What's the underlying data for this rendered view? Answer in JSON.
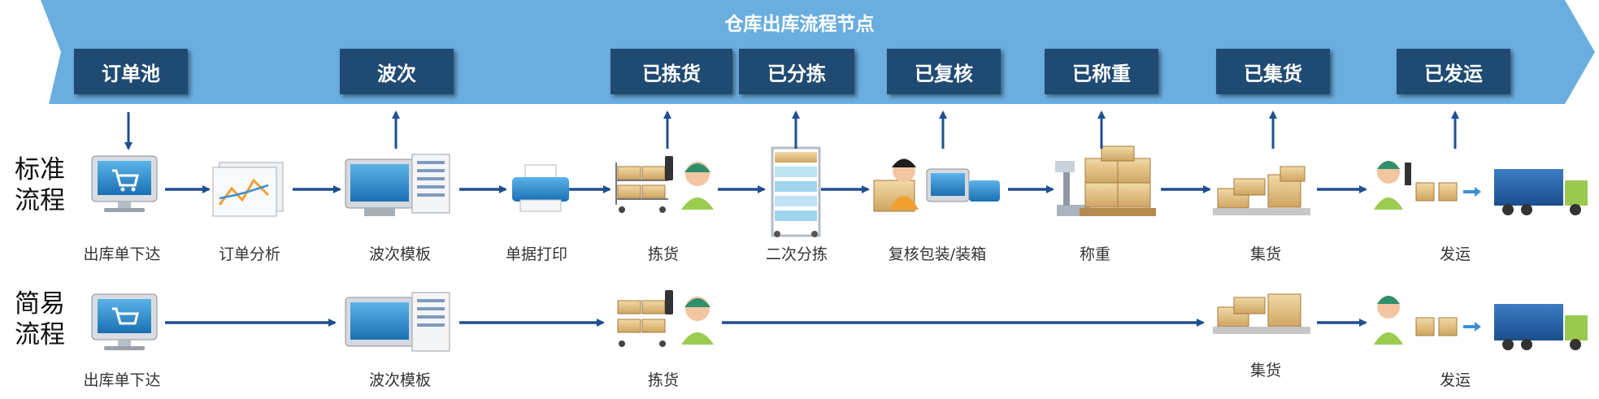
{
  "banner": {
    "title": "仓库出库流程节点"
  },
  "nodes": [
    "订单池",
    "波次",
    "已拣货",
    "已分拣",
    "已复核",
    "已称重",
    "已集货",
    "已发运"
  ],
  "rows": {
    "standard": {
      "label_line1": "标准",
      "label_line2": "流程",
      "steps": [
        "出库单下达",
        "订单分析",
        "波次模板",
        "单据打印",
        "拣货",
        "二次分拣",
        "复核包装/装箱",
        "称重",
        "集货",
        "发运"
      ]
    },
    "simple": {
      "label_line1": "简易",
      "label_line2": "流程",
      "steps": [
        "出库单下达",
        "波次模板",
        "拣货",
        "集货",
        "发运"
      ]
    }
  },
  "colors": {
    "banner": "#6aaee0",
    "node_box": "#1f4a72",
    "arrow": "#1f4f8f"
  },
  "icons": {
    "standard": [
      "computer-cart-icon",
      "analysis-report-icon",
      "server-documents-icon",
      "printer-icon",
      "picker-cart-icon",
      "sorting-rack-icon",
      "packer-icon",
      "scale-boxes-icon",
      "pallet-boxes-icon",
      "shipping-truck-icon"
    ],
    "simple": [
      "computer-cart-icon",
      "server-documents-icon",
      "picker-cart-icon",
      "pallet-boxes-icon",
      "shipping-truck-icon"
    ]
  }
}
